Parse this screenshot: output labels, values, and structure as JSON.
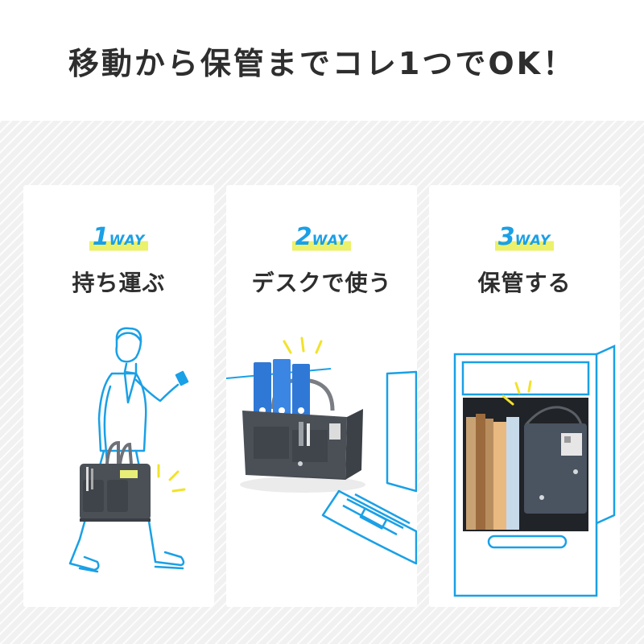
{
  "headline": "移動から保管までコレ1つでOK！",
  "cards": [
    {
      "way_num": "1",
      "way_word": "WAY",
      "title": "持ち運ぶ"
    },
    {
      "way_num": "2",
      "way_word": "WAY",
      "title": "デスクで使う"
    },
    {
      "way_num": "3",
      "way_word": "WAY",
      "title": "保管する"
    }
  ],
  "colors": {
    "accent_blue": "#1aa0e6",
    "highlight_yellow": "#ecf16b",
    "bag_gray": "#4b5057",
    "band_bg": "#f1f1f1"
  }
}
